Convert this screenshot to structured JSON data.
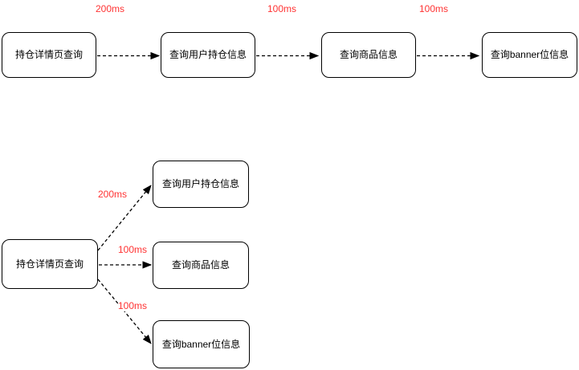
{
  "diagram": {
    "top_flow": {
      "nodes": [
        {
          "label": "持仓详情页查询"
        },
        {
          "label": "查询用户持仓信息"
        },
        {
          "label": "查询商品信息"
        },
        {
          "label": "查询banner位信息"
        }
      ],
      "edges": [
        {
          "label": "200ms"
        },
        {
          "label": "100ms"
        },
        {
          "label": "100ms"
        }
      ]
    },
    "bottom_flow": {
      "source": {
        "label": "持仓详情页查询"
      },
      "targets": [
        {
          "label": "查询用户持仓信息"
        },
        {
          "label": "查询商品信息"
        },
        {
          "label": "查询banner位信息"
        }
      ],
      "edges": [
        {
          "label": "200ms"
        },
        {
          "label": "100ms"
        },
        {
          "label": "100ms"
        }
      ]
    },
    "colors": {
      "edge_label": "#ff3333",
      "node_border": "#000000",
      "node_background": "#ffffff",
      "arrow": "#000000"
    }
  }
}
